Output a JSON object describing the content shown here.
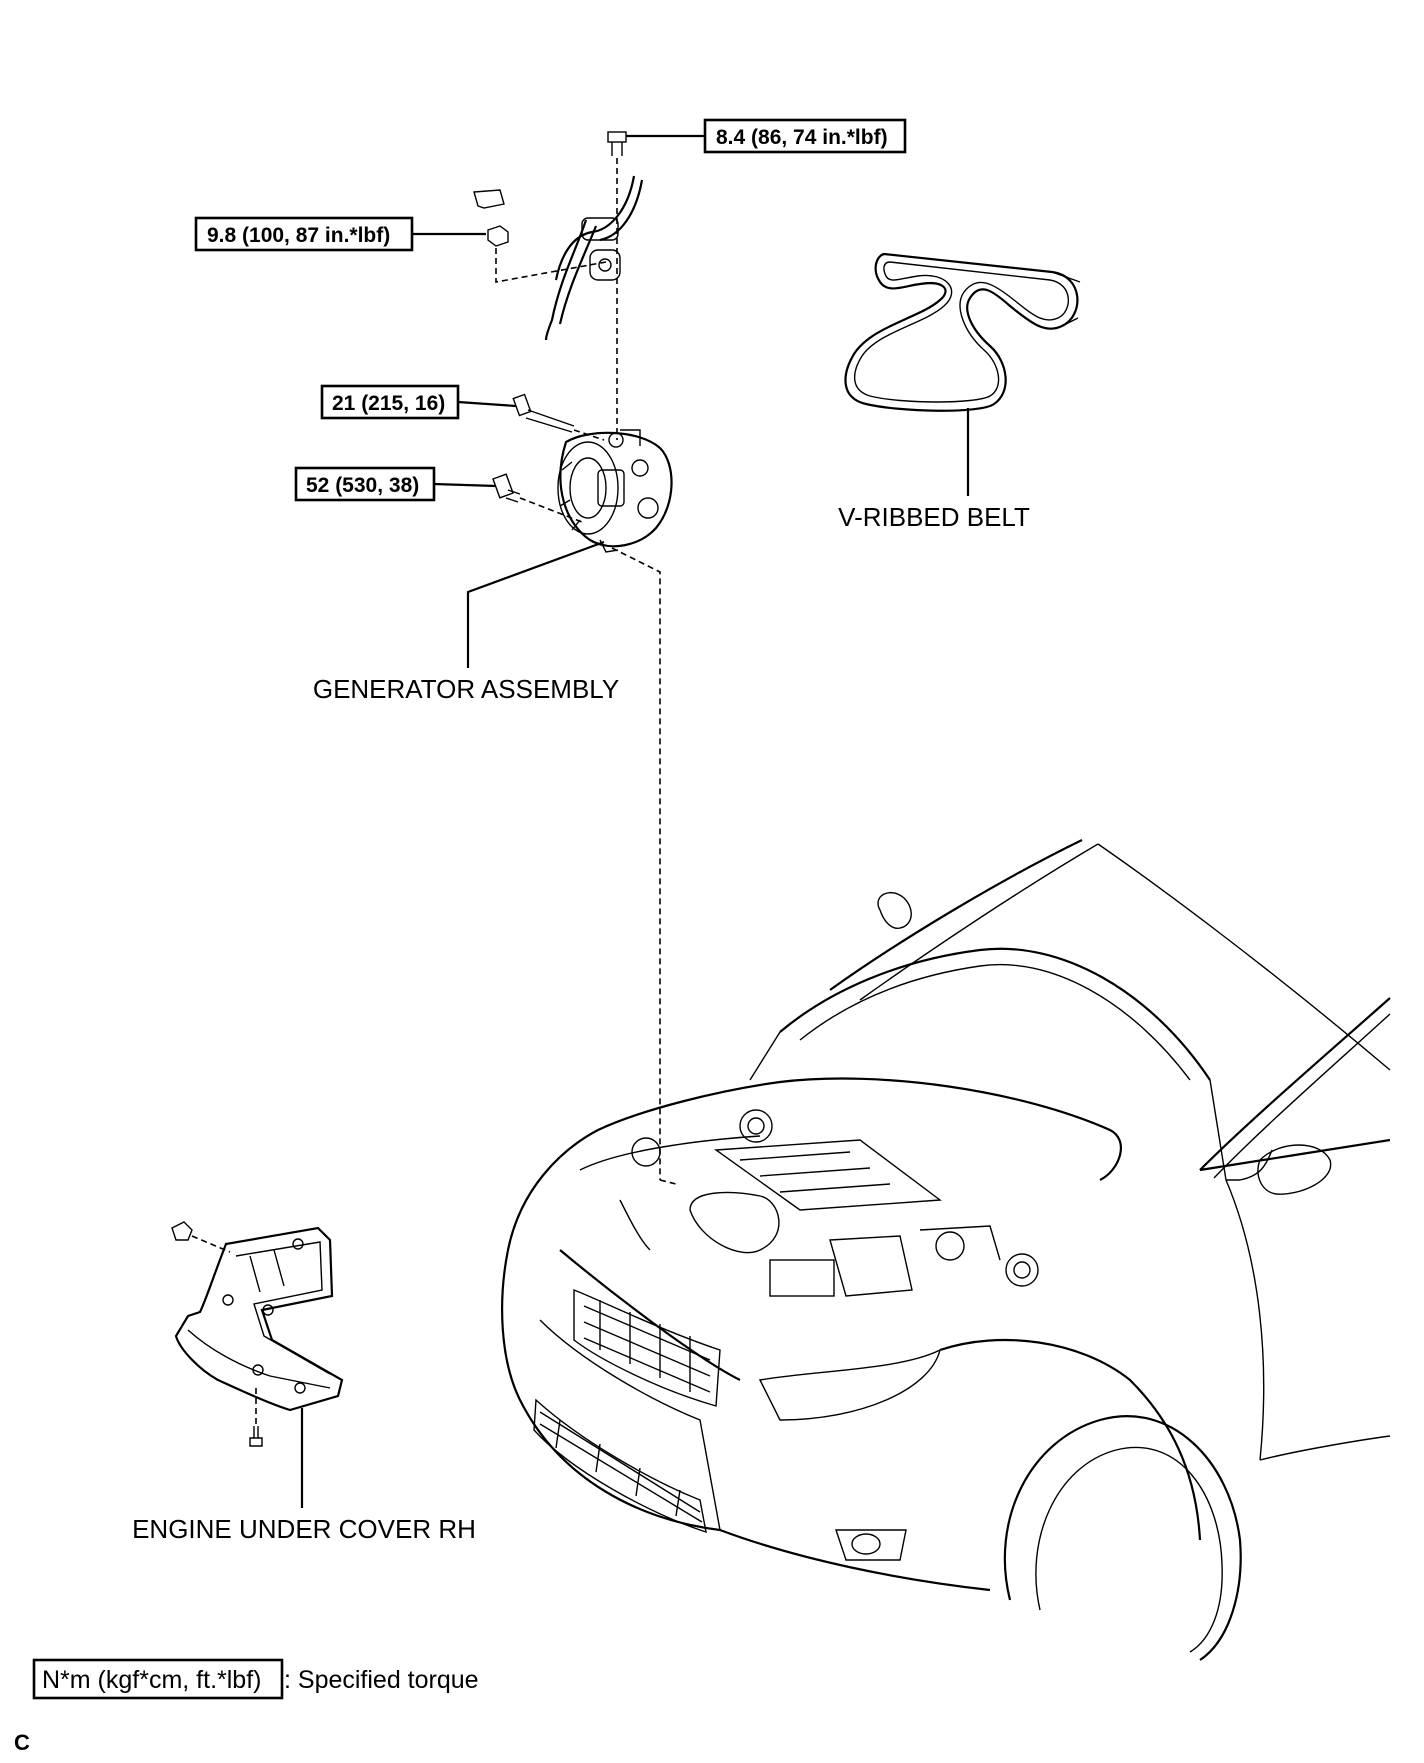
{
  "torque_specs": {
    "top_bolt": "8.4 (86, 74 in.*lbf)",
    "terminal_nut": "9.8 (100, 87 in.*lbf)",
    "upper_bolt": "21 (215, 16)",
    "lower_bolt": "52 (530, 38)"
  },
  "parts": {
    "v_ribbed_belt": "V-RIBBED BELT",
    "generator_assembly": "GENERATOR ASSEMBLY",
    "engine_under_cover": "ENGINE UNDER COVER RH"
  },
  "legend": {
    "torque_unit": "N*m (kgf*cm, ft.*lbf)",
    "description": ": Specified torque"
  },
  "figure_code": "C"
}
